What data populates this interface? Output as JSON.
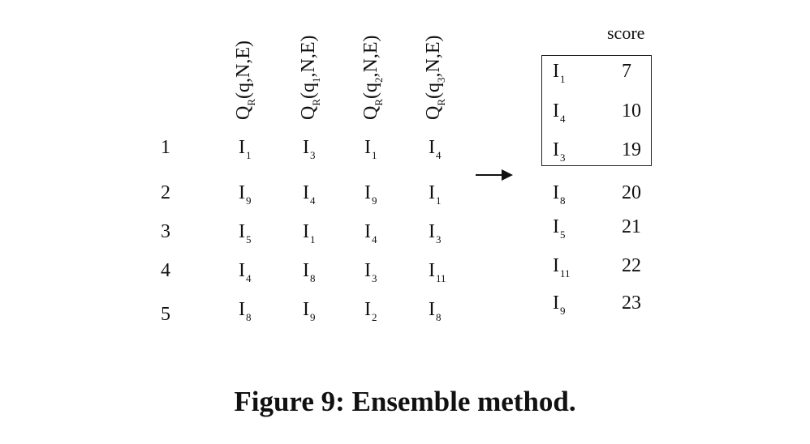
{
  "columns": [
    {
      "base": "Q",
      "sub_r": "R",
      "open": "(q",
      "q_sub": "",
      "rest": ",N,E)"
    },
    {
      "base": "Q",
      "sub_r": "R",
      "open": "(q",
      "q_sub": "1",
      "rest": ",N,E)"
    },
    {
      "base": "Q",
      "sub_r": "R",
      "open": "(q",
      "q_sub": "2",
      "rest": ",N,E)"
    },
    {
      "base": "Q",
      "sub_r": "R",
      "open": "(q",
      "q_sub": "3",
      "rest": ",N,E)"
    }
  ],
  "ranks": [
    "1",
    "2",
    "3",
    "4",
    "5"
  ],
  "grid": [
    [
      {
        "b": "I",
        "s": "1"
      },
      {
        "b": "I",
        "s": "3"
      },
      {
        "b": "I",
        "s": "1"
      },
      {
        "b": "I",
        "s": "4"
      }
    ],
    [
      {
        "b": "I",
        "s": "9"
      },
      {
        "b": "I",
        "s": "4"
      },
      {
        "b": "I",
        "s": "9"
      },
      {
        "b": "I",
        "s": "1"
      }
    ],
    [
      {
        "b": "I",
        "s": "5"
      },
      {
        "b": "I",
        "s": "1"
      },
      {
        "b": "I",
        "s": "4"
      },
      {
        "b": "I",
        "s": "3"
      }
    ],
    [
      {
        "b": "I",
        "s": "4"
      },
      {
        "b": "I",
        "s": "8"
      },
      {
        "b": "I",
        "s": "3"
      },
      {
        "b": "I",
        "s": "11"
      }
    ],
    [
      {
        "b": "I",
        "s": "8"
      },
      {
        "b": "I",
        "s": "9"
      },
      {
        "b": "I",
        "s": "2"
      },
      {
        "b": "I",
        "s": "8"
      }
    ]
  ],
  "arrow": "→",
  "score_header": "score",
  "results": [
    {
      "b": "I",
      "s": "1",
      "score": "7"
    },
    {
      "b": "I",
      "s": "4",
      "score": "10"
    },
    {
      "b": "I",
      "s": "3",
      "score": "19"
    },
    {
      "b": "I",
      "s": "8",
      "score": "20"
    },
    {
      "b": "I",
      "s": "5",
      "score": "21"
    },
    {
      "b": "I",
      "s": "11",
      "score": "22"
    },
    {
      "b": "I",
      "s": "9",
      "score": "23"
    }
  ],
  "caption": "Figure 9: Ensemble method."
}
